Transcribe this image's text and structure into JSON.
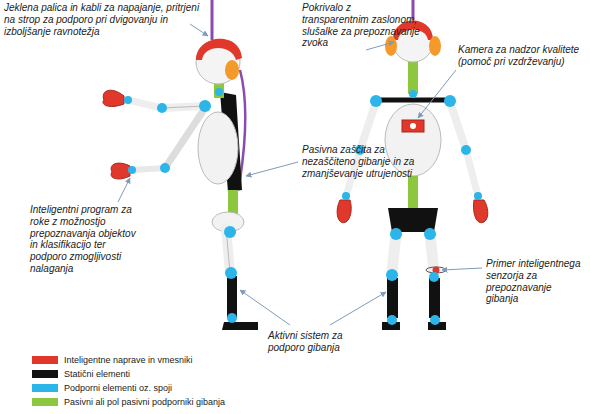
{
  "diagram": {
    "labels": [
      "Jeklena palica in kabli za napajanje, pritrjeni na strop za podporo pri dvigovanju in izboljšanje ravnotežja",
      "Pokrivalo z transparentnim zaslonom, slušalke za prepoznavanje zvoka",
      "Kamera za nadzor kvalitete (pomoč pri vzdrževanju)",
      "Pasivna zaščita za nezaščiteno gibanje in za zmanjševanje utrujenosti",
      "Inteligentni program za roke z možnostjo prepoznavanja objektov in klasifikacijo ter podporo zmogljivosti nalaganja",
      "Primer inteligentnega senzorja za prepoznavanje gibanja",
      "Aktivni sistem za podporo gibanja"
    ],
    "legend": [
      {
        "text": "Inteligentne naprave in vmesniki",
        "color": "#e0392b"
      },
      {
        "text": "Statični elementi",
        "color": "#111111"
      },
      {
        "text": "Podporni elementi oz. spoji",
        "color": "#2cb5e8"
      },
      {
        "text": "Pasivni ali pol pasivni podporniki gibanja",
        "color": "#8dc63f"
      }
    ]
  }
}
